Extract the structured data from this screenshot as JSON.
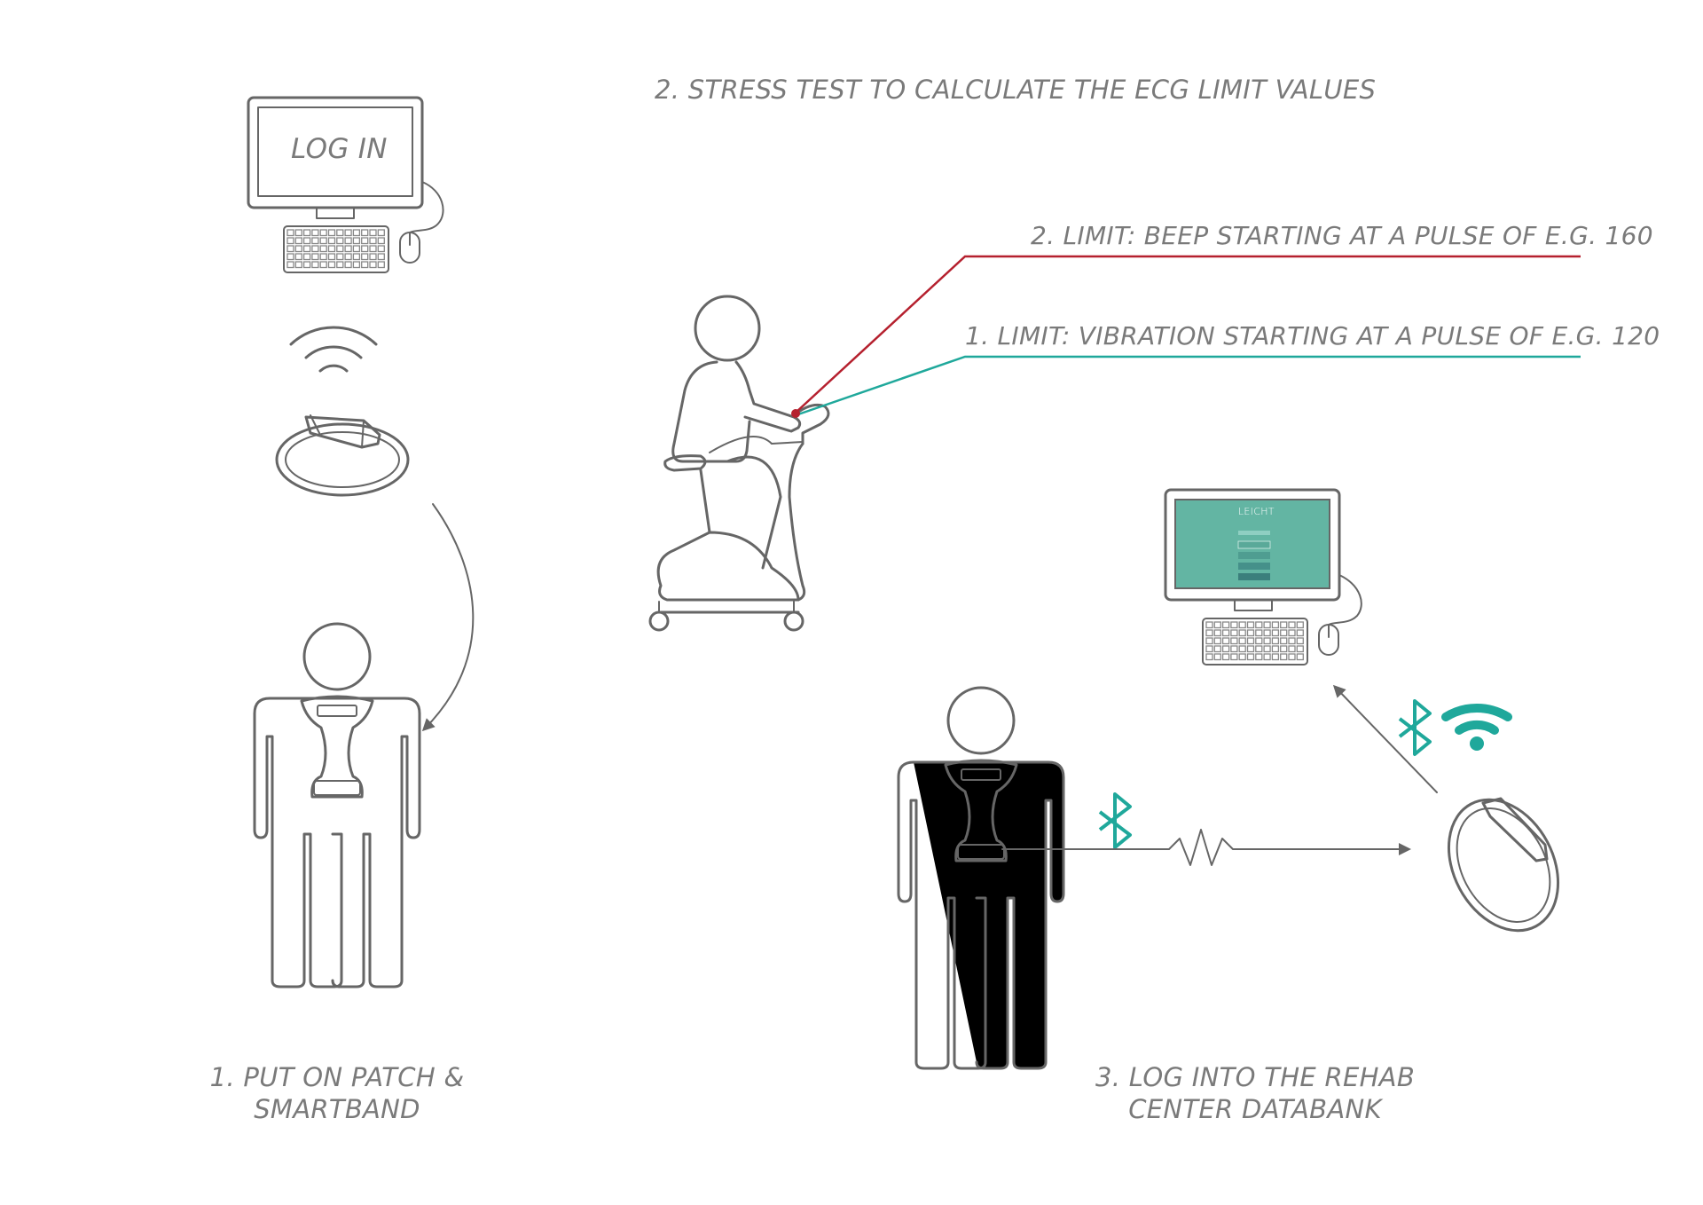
{
  "title": "2. STRESS TEST TO CALCULATE THE ECG LIMIT VALUES",
  "monitor_left_text": "LOG IN",
  "limit_beep": "2. LIMIT: BEEP STARTING AT A PULSE OF E.G. 160",
  "limit_vibration": "1. LIMIT: VIBRATION STARTING AT A PULSE OF E.G. 120",
  "step1": "1. PUT ON PATCH & SMARTBAND",
  "step3": "3. LOG INTO THE REHAB CENTER DATABANK",
  "screen_logo": "LEICHT",
  "colors": {
    "red": "#b5202e",
    "teal": "#1fa89b",
    "screen": "#63b5a3",
    "line": "#666666"
  },
  "icons": [
    "computer-icon",
    "wifi-icon",
    "smartband-icon",
    "person-icon",
    "exercise-bike-icon",
    "bluetooth-icon"
  ]
}
